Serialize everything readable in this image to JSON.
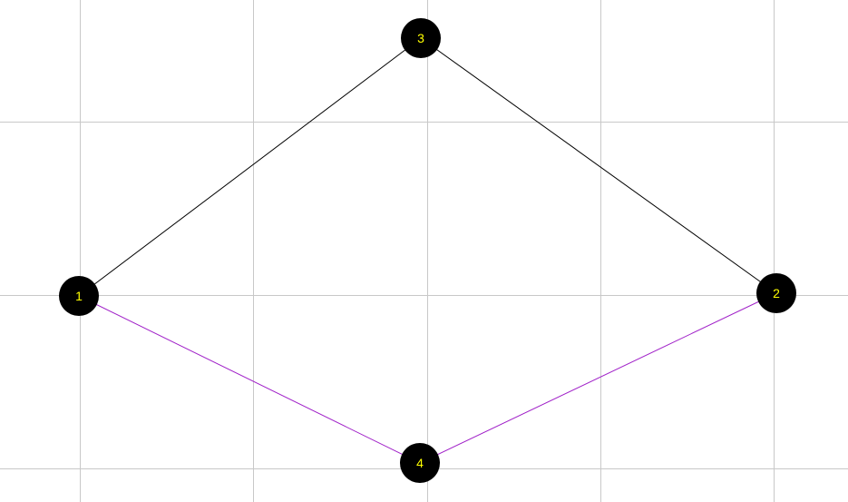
{
  "graph": {
    "colors": {
      "background": "#ffffff",
      "grid": "#c8c8c8",
      "node_fill": "#000000",
      "node_label": "#ffff00"
    },
    "nodes": [
      {
        "id": "1",
        "label": "1"
      },
      {
        "id": "2",
        "label": "2"
      },
      {
        "id": "3",
        "label": "3"
      },
      {
        "id": "4",
        "label": "4"
      }
    ],
    "edges": [
      {
        "from": "1",
        "to": "3",
        "color": "#000000"
      },
      {
        "from": "3",
        "to": "2",
        "color": "#000000"
      },
      {
        "from": "1",
        "to": "4",
        "color": "#a020c8"
      },
      {
        "from": "4",
        "to": "2",
        "color": "#a020c8"
      }
    ]
  }
}
